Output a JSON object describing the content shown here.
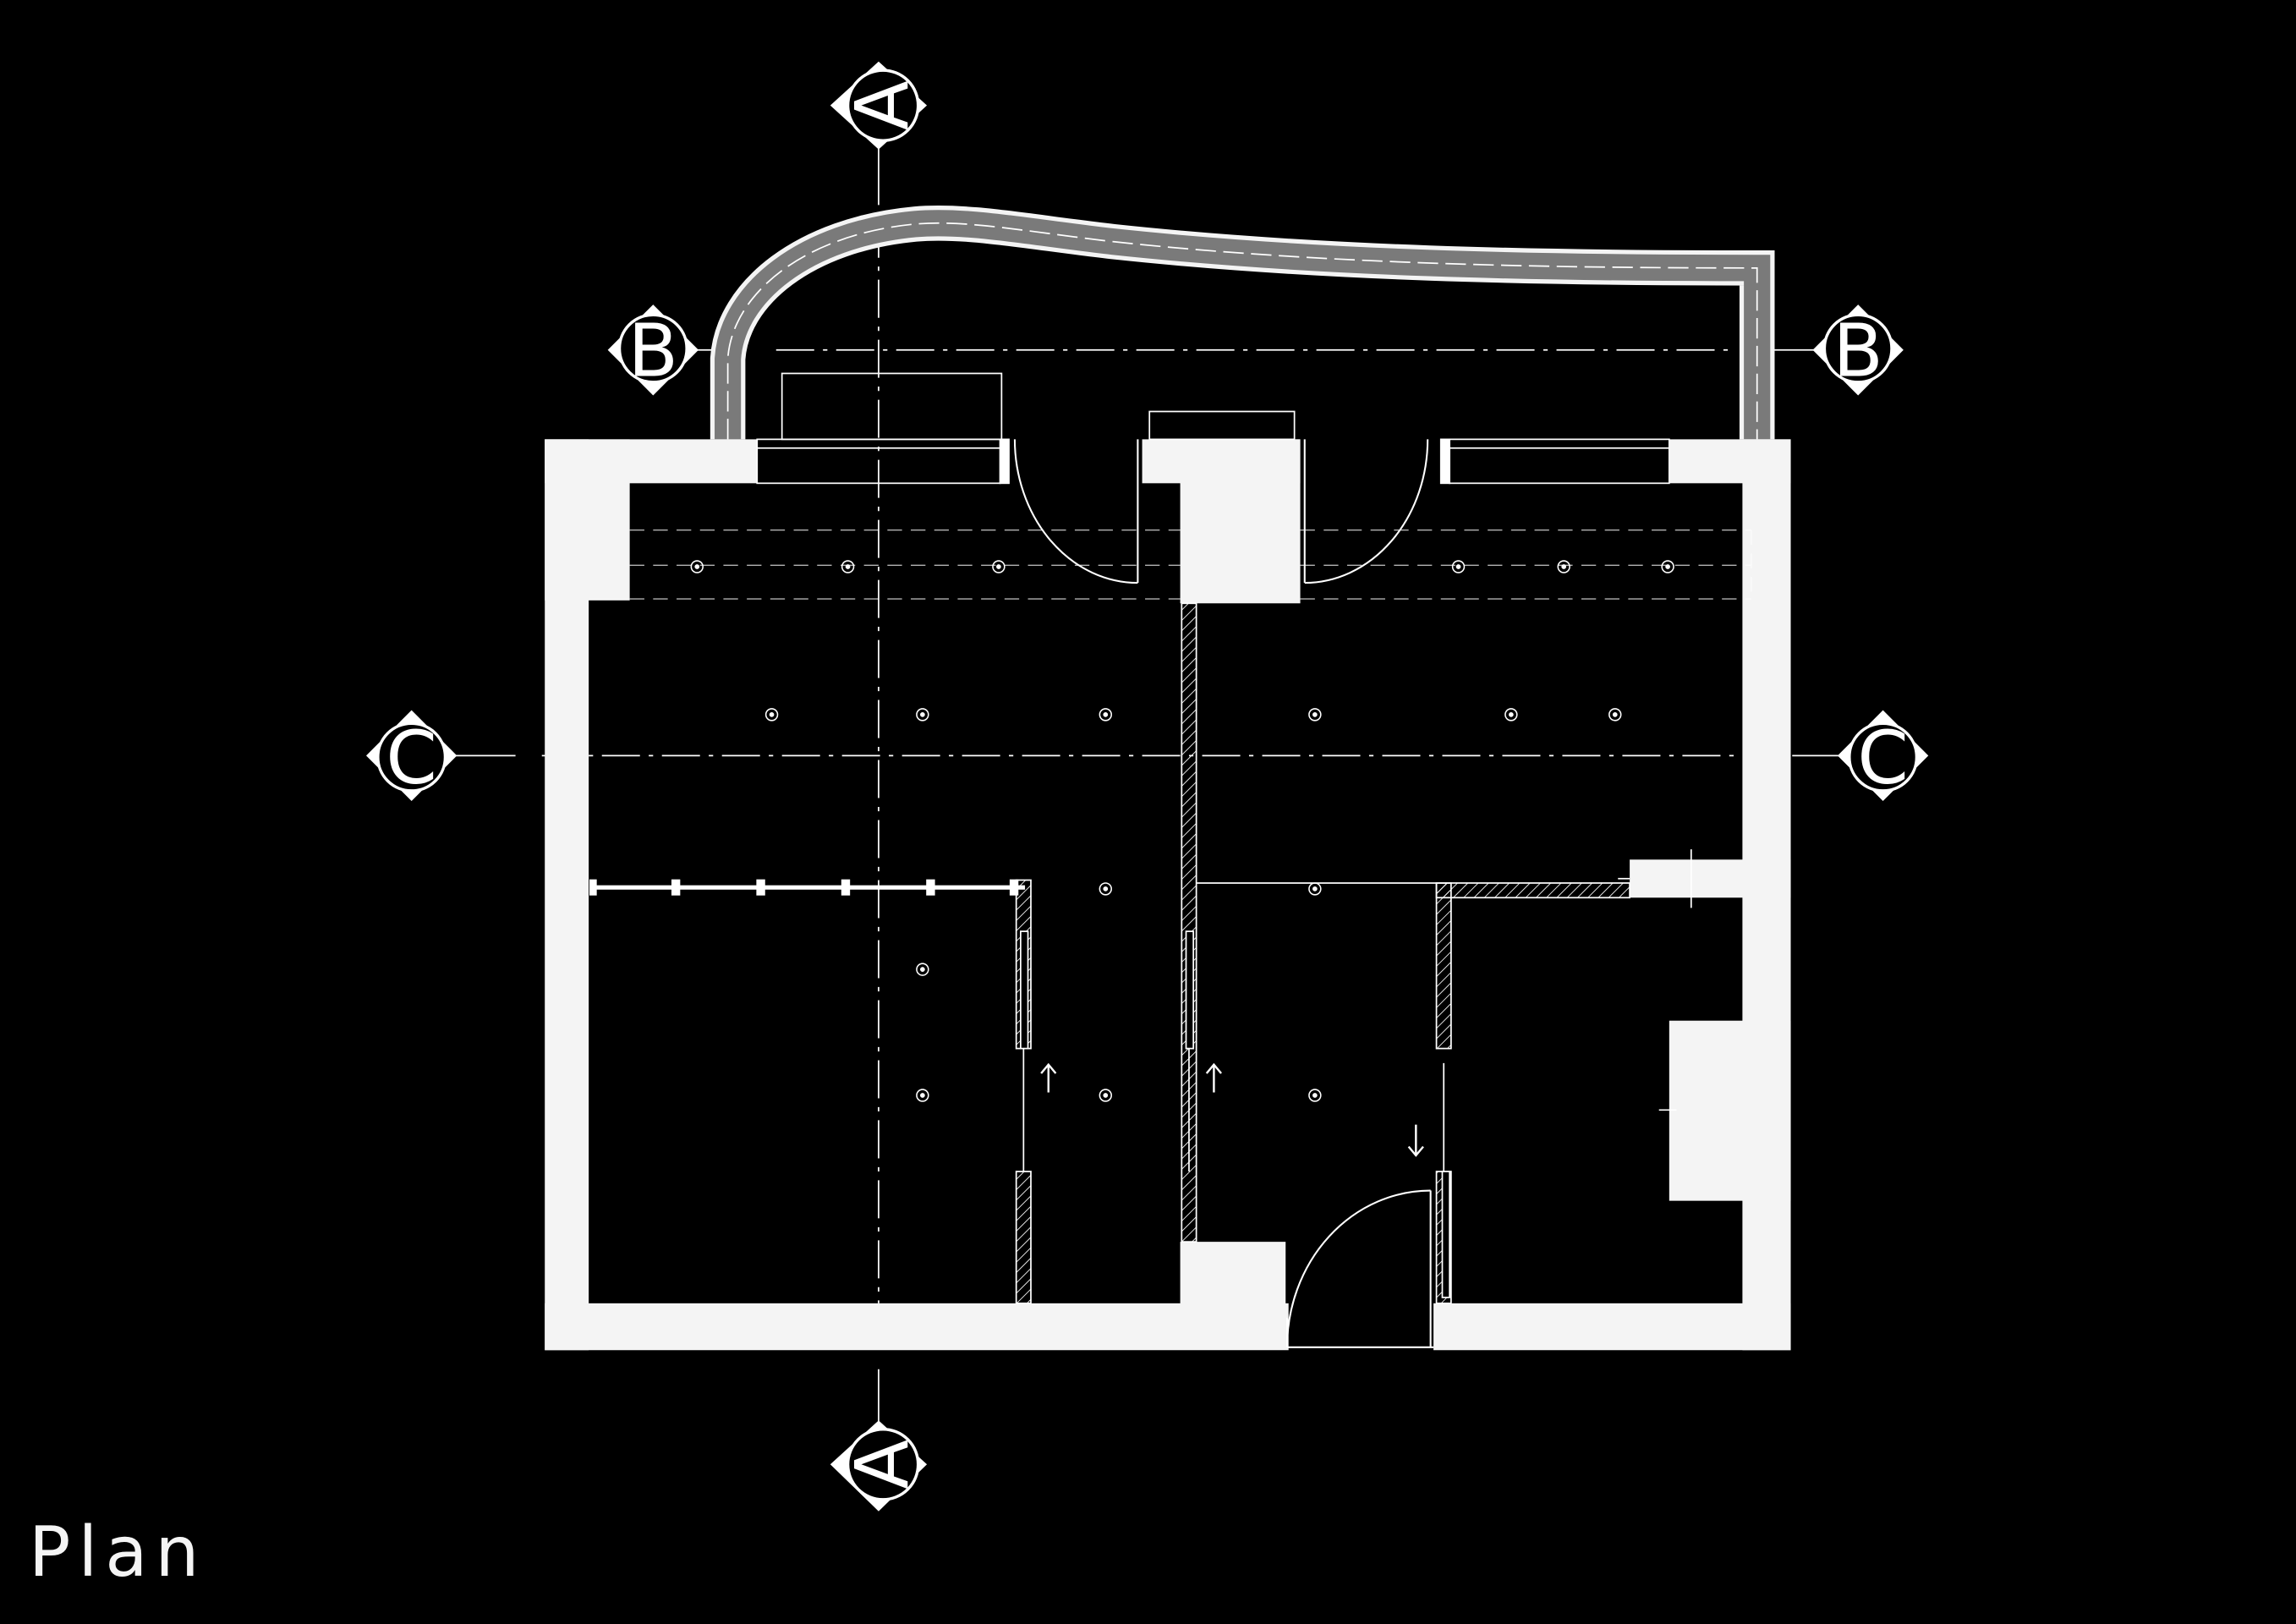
{
  "title": "Plan",
  "section_markers": {
    "a_top": "A",
    "a_bottom": "A",
    "b_left": "B",
    "b_right": "B",
    "c_left": "C",
    "c_right": "C"
  },
  "colors": {
    "background": "#000000",
    "wall": "#f4f4f4",
    "line": "#ffffff",
    "terrace_wall": "#8a8a8a"
  }
}
